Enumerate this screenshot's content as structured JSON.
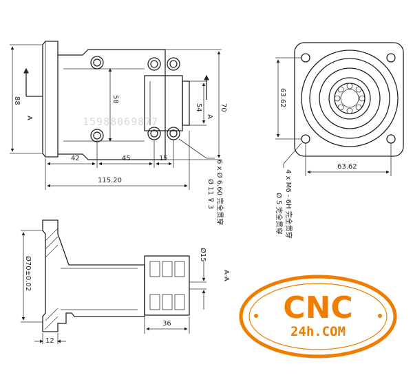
{
  "watermark": "15988069877",
  "front_view": {
    "dim_88": "88",
    "dim_58": "58",
    "dim_54": "54",
    "dim_70": "70",
    "section_label_a_top": "A",
    "section_label_a_side": "A",
    "dim_42": "42",
    "dim_45": "45",
    "dim_15": "15",
    "dim_total": "115.20"
  },
  "hole_note": {
    "line1": "6 x Ø 6.60 完全贯穿",
    "line2": "Ø 11 ⊽ 3"
  },
  "side_view": {
    "dim_v": "63.62",
    "dim_h": "63.62",
    "note_line1": "4 x M6 - 6H 完全贯穿",
    "note_line2": "Ø 5 完全贯穿"
  },
  "section_view": {
    "label": "A-A",
    "dim_dia70": "Ø70±0.02",
    "dim_dia15": "Ø15",
    "dim_36": "36",
    "dim_12": "12"
  },
  "logo": {
    "main": "CNC",
    "sub": "24h.COM",
    "color": "#f07d00"
  }
}
